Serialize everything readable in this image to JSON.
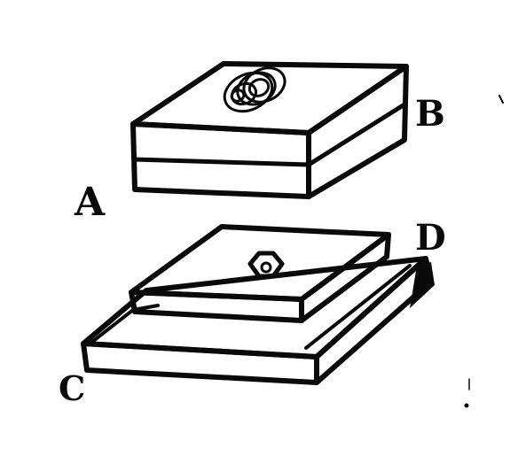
{
  "figure": {
    "labels": {
      "a": "A",
      "b": "B",
      "c": "C",
      "d": "D"
    },
    "colors": {
      "ink": "#0a0a0a",
      "paper": "#ffffff"
    }
  }
}
